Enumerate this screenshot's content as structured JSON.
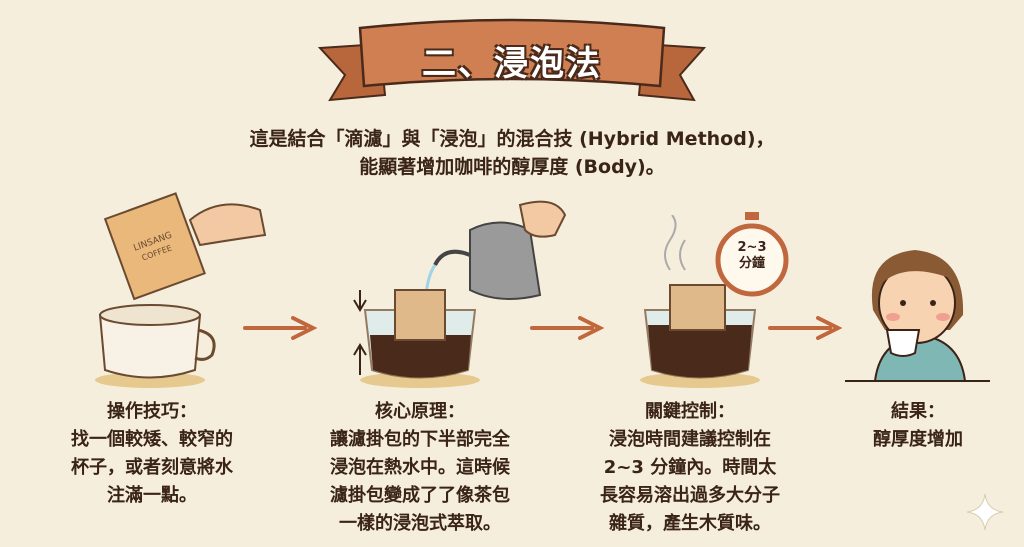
{
  "title": "二、浸泡法",
  "intro": {
    "line1": "這是結合「滴濾」與「浸泡」的混合技 (Hybrid Method)，",
    "line2": "能顯著增加咖啡的醇厚度 (Body)。"
  },
  "illustrations": {
    "drip_bag_brand_line1": "LINSANG",
    "drip_bag_brand_line2": "COFFEE",
    "timer_line1": "2~3",
    "timer_line2": "分鐘"
  },
  "steps": [
    {
      "heading": "操作技巧：",
      "lines": [
        "找一個較矮、較窄的",
        "杯子，或者刻意將水",
        "注滿一點。"
      ]
    },
    {
      "heading": "核心原理：",
      "lines": [
        "讓濾掛包的下半部完全",
        "浸泡在熱水中。這時候",
        "濾掛包變成了了像茶包",
        "一樣的浸泡式萃取。"
      ]
    },
    {
      "heading": "關鍵控制：",
      "lines": [
        "浸泡時間建議控制在",
        "2~3 分鐘內。時間太",
        "長容易溶出過多大分子",
        "雜質，產生木質味。"
      ]
    },
    {
      "heading": "結果：",
      "lines": [
        "醇厚度增加"
      ]
    }
  ],
  "colors": {
    "background": "#f6eedc",
    "banner": "#c8774a",
    "arrow": "#c0673d",
    "text": "#3a2418"
  }
}
